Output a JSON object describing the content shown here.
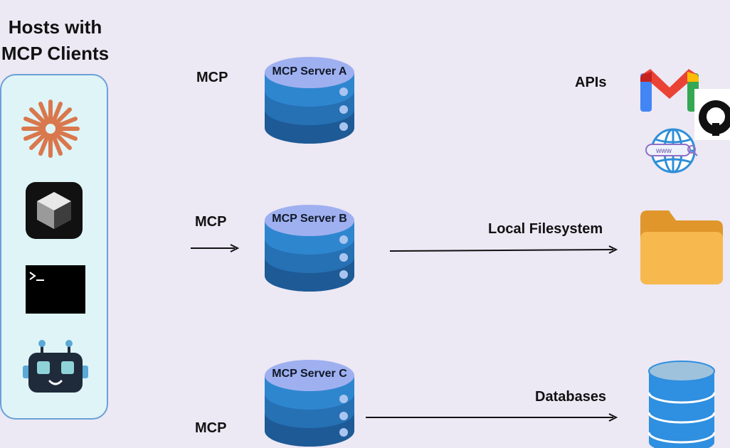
{
  "hosts": {
    "title_line1": "Hosts with",
    "title_line2": "MCP Clients",
    "items": [
      "sunburst-logo-icon",
      "cube-logo-icon",
      "terminal-icon",
      "robot-icon"
    ]
  },
  "connections": [
    {
      "mcp_label": "MCP",
      "server_label": "MCP Server A",
      "target_label": "APIs"
    },
    {
      "mcp_label": "MCP",
      "server_label": "MCP Server B",
      "target_label": "Local Filesystem"
    },
    {
      "mcp_label": "MCP",
      "server_label": "MCP Server C",
      "target_label": "Databases"
    }
  ],
  "api_icons": {
    "web_badge_text": "www"
  },
  "colors": {
    "background": "#ece8f4",
    "panel_fill": "#dff4f7",
    "panel_border": "#6aa0d8",
    "server_top": "#9fb0f0",
    "server_body": "#2e86cf",
    "server_dark": "#1d5a96",
    "folder": "#f7b84e",
    "database": "#2f8fe0"
  }
}
